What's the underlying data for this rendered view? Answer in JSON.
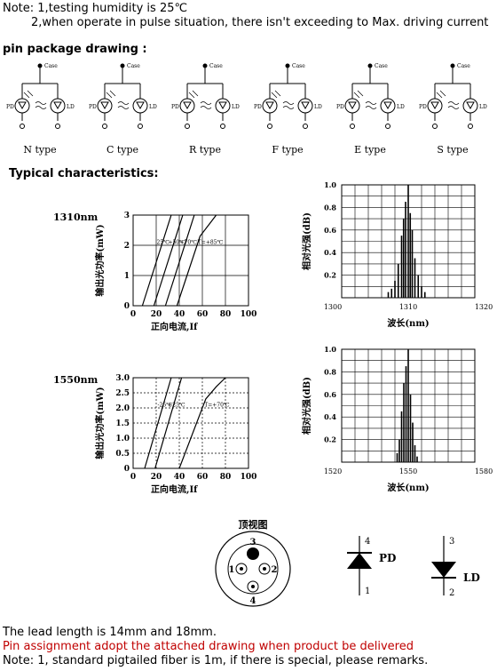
{
  "notes_top": {
    "line1": "Note: 1,testing humidity is 25℃",
    "line2": "2,when operate in pulse situation, there isn't exceeding to Max. driving current"
  },
  "pin_heading": "pin package drawing :",
  "pin_types": [
    "N type",
    "C type",
    "R type",
    "F type",
    "E type",
    "S type"
  ],
  "pin_labels": {
    "case": "Case",
    "pd": "PD",
    "ld": "LD"
  },
  "typical_heading": "Typical characteristics:",
  "chart_data": [
    {
      "type": "line",
      "title": "1310nm",
      "xlabel": "正向电流,If",
      "ylabel": "输出光功率(mW)",
      "xlim": [
        0,
        100
      ],
      "ylim": [
        0,
        3
      ],
      "x_ticks": [
        "0",
        "20",
        "40",
        "60",
        "80",
        "100"
      ],
      "y_ticks": [
        "0",
        "1",
        "2",
        "3"
      ],
      "series": [
        {
          "name": "25℃",
          "x": [
            8,
            33
          ],
          "y": [
            0,
            3
          ]
        },
        {
          "name": "+50℃",
          "x": [
            18,
            43
          ],
          "y": [
            0,
            3
          ]
        },
        {
          "name": "+70℃",
          "x": [
            28,
            53
          ],
          "y": [
            0,
            3
          ]
        },
        {
          "name": "T=+85℃",
          "x": [
            38,
            58,
            66,
            72
          ],
          "y": [
            0,
            2.3,
            2.7,
            3
          ]
        }
      ]
    },
    {
      "type": "bar",
      "title": "",
      "xlabel": "波长(nm)",
      "ylabel": "相对光强(dB)",
      "xlim": [
        1300,
        1320
      ],
      "ylim": [
        0,
        1
      ],
      "x_ticks": [
        "1300",
        "1310",
        "1320"
      ],
      "y_ticks": [
        "0",
        "0.2",
        "0.4",
        "0.6",
        "0.8",
        "1.0"
      ],
      "x": [
        1307,
        1307.5,
        1308,
        1308.5,
        1309,
        1309.3,
        1309.6,
        1310,
        1310.3,
        1310.6,
        1311,
        1311.5,
        1312,
        1312.5
      ],
      "values": [
        0.05,
        0.08,
        0.15,
        0.3,
        0.55,
        0.7,
        0.85,
        1.0,
        0.75,
        0.6,
        0.35,
        0.2,
        0.1,
        0.05
      ]
    },
    {
      "type": "line",
      "title": "1550nm",
      "xlabel": "正向电流,If",
      "ylabel": "输出光功率(mW)",
      "xlim": [
        0,
        100
      ],
      "ylim": [
        0,
        3
      ],
      "x_ticks": [
        "0",
        "20",
        "40",
        "60",
        "80",
        "100"
      ],
      "y_ticks": [
        "0",
        "0.5",
        "1.0",
        "1.5",
        "2.0",
        "2.5",
        "3.0"
      ],
      "series": [
        {
          "name": "-25℃",
          "x": [
            10,
            33
          ],
          "y": [
            0,
            3
          ]
        },
        {
          "name": "+25℃",
          "x": [
            19,
            42
          ],
          "y": [
            0,
            3
          ]
        },
        {
          "name": "T=+70℃",
          "x": [
            40,
            63,
            72,
            80
          ],
          "y": [
            0,
            2.3,
            2.7,
            3
          ]
        }
      ]
    },
    {
      "type": "bar",
      "title": "",
      "xlabel": "波长(nm)",
      "ylabel": "相对光强(dB)",
      "xlim": [
        1520,
        1580
      ],
      "ylim": [
        0,
        1
      ],
      "x_ticks": [
        "1520",
        "1550",
        "1580"
      ],
      "y_ticks": [
        "0",
        "0.2",
        "0.4",
        "0.6",
        "0.8",
        "1.0"
      ],
      "x": [
        1545,
        1546,
        1547,
        1548,
        1549,
        1550,
        1551,
        1552,
        1553,
        1554
      ],
      "values": [
        0.08,
        0.2,
        0.45,
        0.7,
        0.85,
        1.0,
        0.6,
        0.35,
        0.15,
        0.05
      ]
    }
  ],
  "top_view": {
    "title": "顶视图",
    "pins": [
      "1",
      "2",
      "3",
      "4"
    ]
  },
  "symbols": {
    "pd": {
      "label": "PD",
      "top": "4",
      "bottom": "1"
    },
    "ld": {
      "label": "LD",
      "top": "3",
      "bottom": "2"
    }
  },
  "notes_bottom": {
    "line1": "The lead length is 14mm and 18mm.",
    "line2": "Pin assignment adopt the attached drawing when product be delivered",
    "line3": "Note: 1, standard pigtailed fiber is 1m, if there is special, please remarks."
  }
}
